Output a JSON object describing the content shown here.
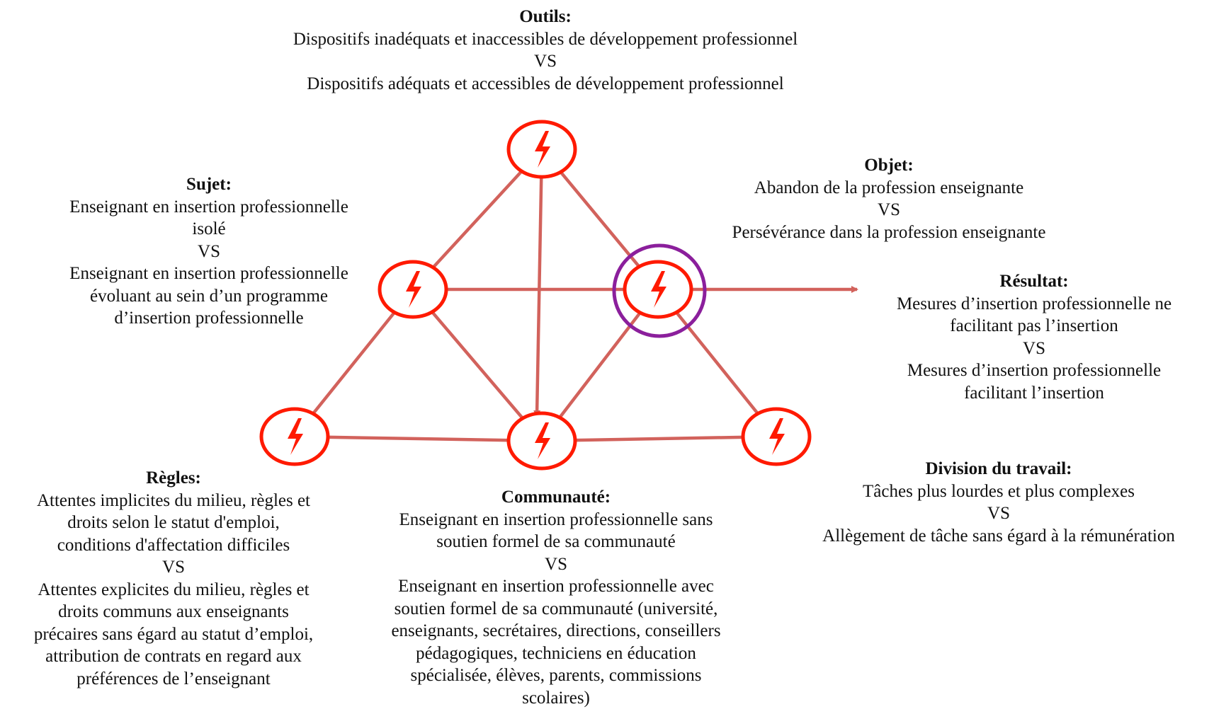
{
  "colors": {
    "edge": "#d2625c",
    "node_stroke": "#ff1a00",
    "bolt": "#ff1a00",
    "highlight_ring": "#8b1f9c"
  },
  "icons": {
    "node_icon": "lightning-bolt-icon"
  },
  "outils": {
    "title": "Outils:",
    "lines": [
      "Dispositifs inadéquats et inaccessibles de développement professionnel",
      "VS",
      "Dispositifs adéquats et accessibles de développement professionnel"
    ]
  },
  "sujet": {
    "title": "Sujet:",
    "lines": [
      "Enseignant en insertion professionnelle",
      "isolé",
      "VS",
      "Enseignant en insertion professionnelle",
      "évoluant au sein d’un programme",
      "d’insertion professionnelle"
    ]
  },
  "objet": {
    "title": "Objet:",
    "lines": [
      "Abandon de la profession enseignante",
      "VS",
      "Persévérance dans la profession enseignante"
    ]
  },
  "resultat": {
    "title": "Résultat:",
    "lines": [
      "Mesures d’insertion professionnelle ne",
      "facilitant pas l’insertion",
      "VS",
      "Mesures d’insertion professionnelle",
      "facilitant l’insertion"
    ]
  },
  "regles": {
    "title": "Règles:",
    "lines": [
      "Attentes implicites du milieu, règles et",
      "droits selon le statut d'emploi,",
      "conditions d'affectation difficiles",
      "VS",
      "Attentes explicites du milieu, règles et",
      "droits communs aux enseignants",
      "précaires sans égard au statut d’emploi,",
      "attribution de contrats en regard aux",
      "préférences de l’enseignant"
    ]
  },
  "communaute": {
    "title": "Communauté:",
    "lines": [
      "Enseignant en insertion professionnelle sans",
      "soutien formel de sa communauté",
      "VS",
      "Enseignant en insertion professionnelle avec",
      "soutien formel de sa communauté (université,",
      "enseignants, secrétaires, directions, conseillers",
      "pédagogiques, techniciens en éducation",
      "spécialisée, élèves, parents, commissions",
      "scolaires)"
    ]
  },
  "division": {
    "title": "Division du travail:",
    "lines": [
      "Tâches plus lourdes et plus complexes",
      "VS",
      "Allègement de tâche sans égard à la rémunération"
    ]
  }
}
